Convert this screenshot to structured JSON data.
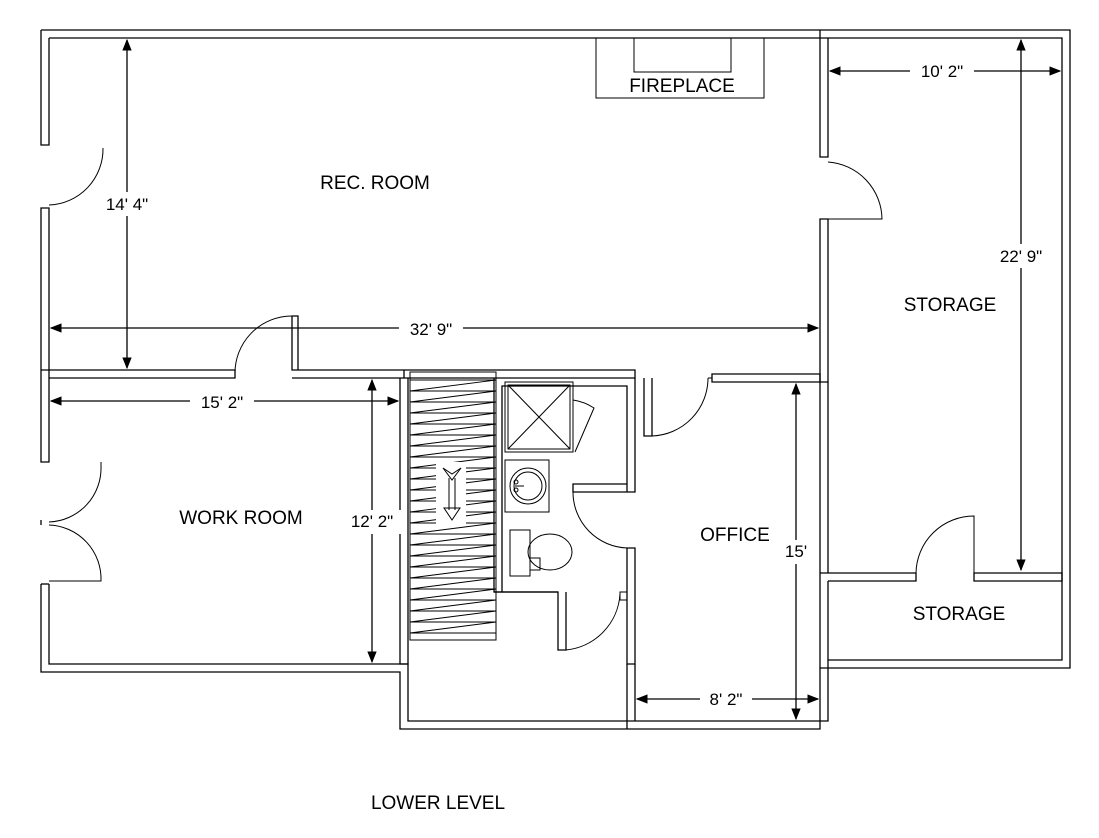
{
  "rooms": {
    "rec_room": "REC. ROOM",
    "fireplace": "FIREPLACE",
    "storage_upper": "STORAGE",
    "storage_lower": "STORAGE",
    "work_room": "WORK ROOM",
    "office": "OFFICE"
  },
  "dimensions": {
    "rec_room_depth": "14' 4\"",
    "rec_room_width": "32' 9\"",
    "storage_width": "10' 2\"",
    "storage_depth": "22' 9\"",
    "work_room_width": "15' 2\"",
    "work_room_depth": "12' 2\"",
    "office_depth": "15'",
    "office_width": "8' 2\""
  },
  "caption": "LOWER LEVEL"
}
